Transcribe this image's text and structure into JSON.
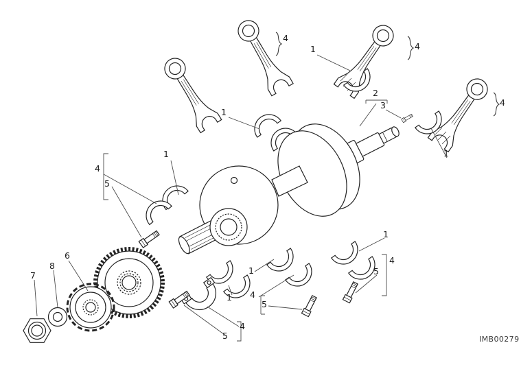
{
  "diagram": {
    "code": "IMB00279",
    "callouts": [
      {
        "label": "4"
      },
      {
        "label": "1"
      },
      {
        "label": "4"
      },
      {
        "label": "4"
      },
      {
        "label": "2"
      },
      {
        "label": "3"
      },
      {
        "label": "1"
      },
      {
        "label": "1"
      },
      {
        "label": "4"
      },
      {
        "label": "5"
      },
      {
        "label": "1"
      },
      {
        "label": "1"
      },
      {
        "label": "4"
      },
      {
        "label": "5"
      },
      {
        "label": "1"
      },
      {
        "label": "4"
      },
      {
        "label": "5"
      },
      {
        "label": "1"
      },
      {
        "label": "4"
      },
      {
        "label": "5"
      },
      {
        "label": "6"
      },
      {
        "label": "8"
      },
      {
        "label": "7"
      }
    ]
  }
}
